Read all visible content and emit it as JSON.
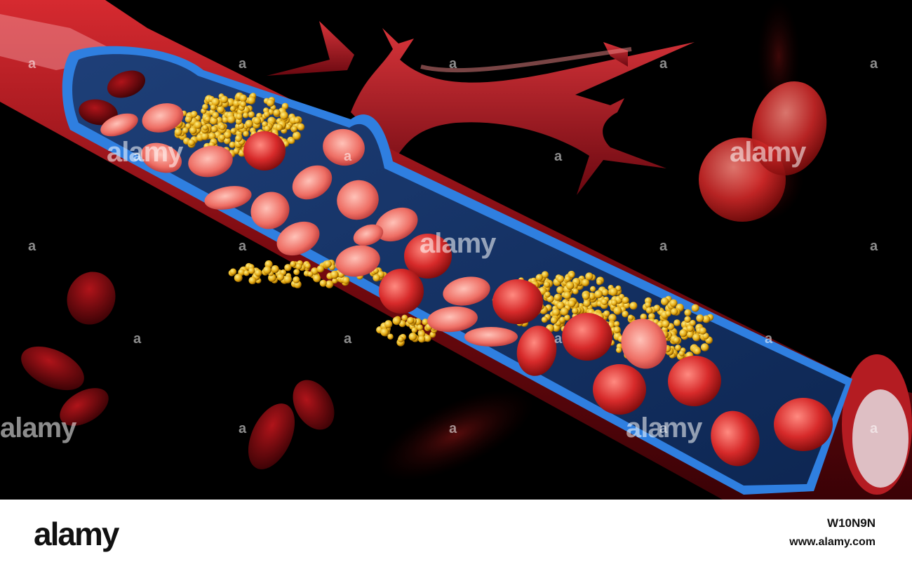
{
  "watermark": {
    "small": "a",
    "large": "alamy"
  },
  "footer": {
    "logo": "alamy",
    "image_id": "W10N9N",
    "url": "www.alamy.com"
  },
  "colors": {
    "background": "#000000",
    "vessel_wall": "#8a0c12",
    "vessel_lining": "#1c56a8",
    "blood_cell": "#e03838",
    "plaque": "#e6b21c"
  }
}
